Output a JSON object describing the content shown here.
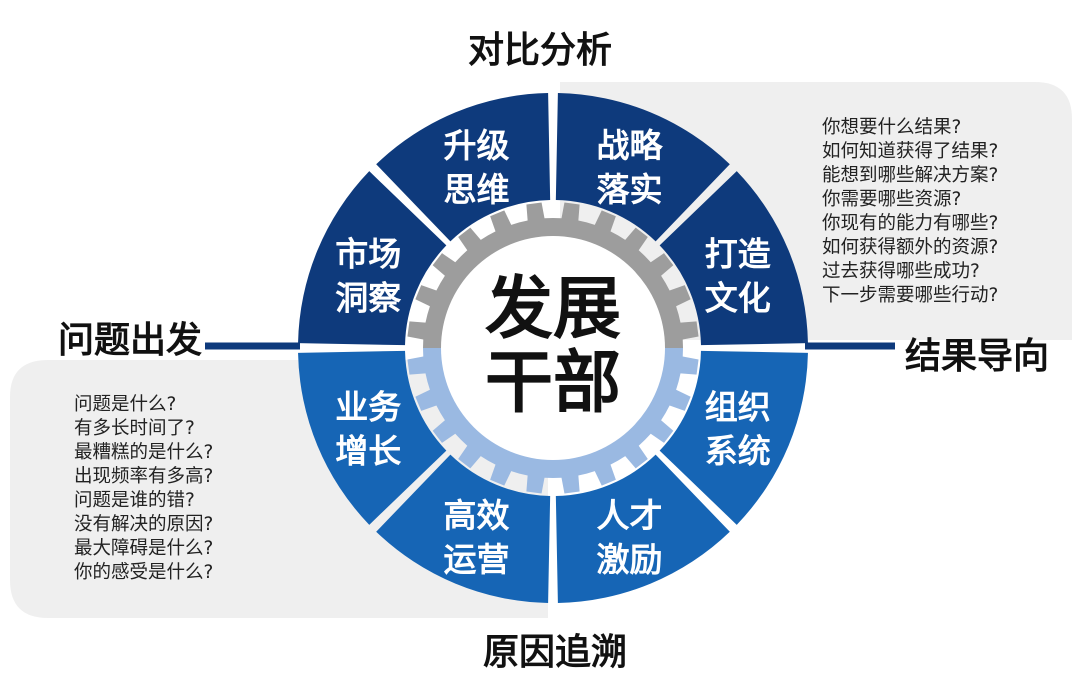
{
  "center": {
    "line1": "发展",
    "line2": "干部"
  },
  "directions": {
    "top": "对比分析",
    "left": "问题出发",
    "right": "结果导向",
    "bottom": "原因追溯"
  },
  "segments": [
    {
      "id": "strategy",
      "line1": "战略",
      "line2": "落实",
      "color": "#0e3a7c"
    },
    {
      "id": "culture",
      "line1": "打造",
      "line2": "文化",
      "color": "#0e3a7c"
    },
    {
      "id": "org",
      "line1": "组织",
      "line2": "系统",
      "color": "#1665b5"
    },
    {
      "id": "talent",
      "line1": "人才",
      "line2": "激励",
      "color": "#1665b5"
    },
    {
      "id": "ops",
      "line1": "高效",
      "line2": "运营",
      "color": "#1665b5"
    },
    {
      "id": "growth",
      "line1": "业务",
      "line2": "增长",
      "color": "#1665b5"
    },
    {
      "id": "market",
      "line1": "市场",
      "line2": "洞察",
      "color": "#0e3a7c"
    },
    {
      "id": "thinking",
      "line1": "升级",
      "line2": "思维",
      "color": "#0e3a7c"
    }
  ],
  "right_questions": [
    "你想要什么结果?",
    "如何知道获得了结果?",
    "能想到哪些解决方案?",
    "你需要哪些资源?",
    "你现有的能力有哪些?",
    "如何获得额外的资源?",
    "过去获得哪些成功?",
    "下一步需要哪些行动?"
  ],
  "left_questions": [
    "问题是什么?",
    "有多长时间了?",
    "最糟糕的是什么?",
    "出现频率有多高?",
    "问题是谁的错?",
    "没有解决的原因?",
    "最大障碍是什么?",
    "你的感受是什么?"
  ],
  "colors": {
    "dark_blue": "#0e3a7c",
    "mid_blue": "#1665b5",
    "gear_gray": "#9d9d9d",
    "gear_light_blue": "#9ab9e2",
    "panel_gray": "#efefef",
    "axis_line": "#0e3a7c"
  }
}
